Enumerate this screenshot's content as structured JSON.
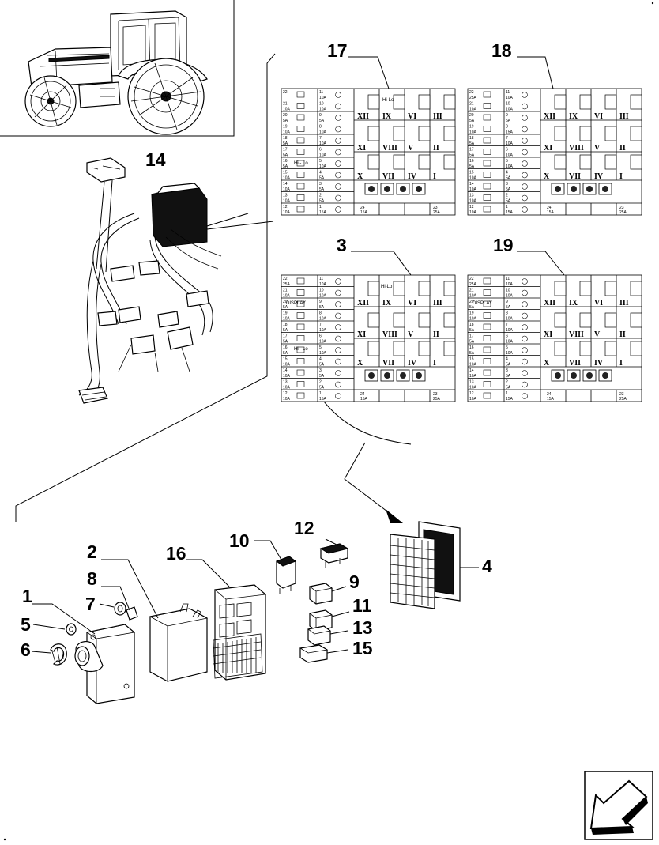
{
  "callouts": {
    "c17": "17",
    "c18": "18",
    "c3": "3",
    "c19": "19",
    "c14": "14",
    "c1": "1",
    "c2": "2",
    "c4": "4",
    "c5": "5",
    "c6": "6",
    "c7": "7",
    "c8": "8",
    "c9": "9",
    "c10": "10",
    "c11": "11",
    "c12": "12",
    "c13": "13",
    "c15": "15",
    "c16": "16"
  },
  "panels": {
    "roman": [
      "XII",
      "IX",
      "VI",
      "III",
      "XI",
      "VIII",
      "V",
      "II",
      "X",
      "VII",
      "IV",
      "I"
    ],
    "text_hi_lo": "Hi - Lo",
    "text_hi_lo_short": "Hi-Lo",
    "text_display": "DISPLAY",
    "fuses_p17": [
      {
        "n": "22",
        "a": ""
      },
      {
        "n": "21",
        "a": "10A"
      },
      {
        "n": "20",
        "a": "5A"
      },
      {
        "n": "19",
        "a": "10A"
      },
      {
        "n": "18",
        "a": "5A"
      },
      {
        "n": "17",
        "a": "5A"
      },
      {
        "n": "16",
        "a": "5A"
      },
      {
        "n": "15",
        "a": "10A"
      },
      {
        "n": "14",
        "a": "10A"
      },
      {
        "n": "13",
        "a": "10A"
      },
      {
        "n": "12",
        "a": "10A"
      }
    ],
    "fuses_p17_right": [
      {
        "n": "11",
        "a": "10A"
      },
      {
        "n": "10",
        "a": "10A"
      },
      {
        "n": "9",
        "a": "5A"
      },
      {
        "n": "8",
        "a": "10A"
      },
      {
        "n": "7",
        "a": "10A"
      },
      {
        "n": "6",
        "a": "10A"
      },
      {
        "n": "5",
        "a": "10A"
      },
      {
        "n": "4",
        "a": "5A"
      },
      {
        "n": "3",
        "a": "5A"
      },
      {
        "n": "2",
        "a": "5A"
      },
      {
        "n": "1",
        "a": "15A"
      }
    ],
    "bottom_fuses": [
      {
        "n": "24",
        "a": "15A"
      },
      {
        "n": "23",
        "a": "25A"
      }
    ],
    "fuses_p18": [
      {
        "n": "22",
        "a": "25A"
      },
      {
        "n": "21",
        "a": "10A"
      },
      {
        "n": "20",
        "a": "5A"
      },
      {
        "n": "19",
        "a": "10A"
      },
      {
        "n": "18",
        "a": "5A"
      },
      {
        "n": "17",
        "a": "5A"
      },
      {
        "n": "16",
        "a": "5A"
      },
      {
        "n": "15",
        "a": "10A"
      },
      {
        "n": "14",
        "a": "10A"
      },
      {
        "n": "13",
        "a": "10A"
      },
      {
        "n": "12",
        "a": "10A"
      }
    ],
    "fuses_p18_right": [
      {
        "n": "11",
        "a": "10A"
      },
      {
        "n": "10",
        "a": "10A"
      },
      {
        "n": "9",
        "a": "5A"
      },
      {
        "n": "8",
        "a": "15A"
      },
      {
        "n": "7",
        "a": "10A"
      },
      {
        "n": "6",
        "a": "10A"
      },
      {
        "n": "5",
        "a": "10A"
      },
      {
        "n": "4",
        "a": "5A"
      },
      {
        "n": "3",
        "a": "5A"
      },
      {
        "n": "2",
        "a": "5A"
      },
      {
        "n": "1",
        "a": "15A"
      }
    ],
    "fuses_p3": [
      {
        "n": "22",
        "a": "25A"
      },
      {
        "n": "21",
        "a": "10A"
      },
      {
        "n": "20",
        "a": "5A"
      },
      {
        "n": "19",
        "a": "10A"
      },
      {
        "n": "18",
        "a": "5A"
      },
      {
        "n": "17",
        "a": "5A"
      },
      {
        "n": "16",
        "a": "5A"
      },
      {
        "n": "15",
        "a": "10A"
      },
      {
        "n": "14",
        "a": "10A"
      },
      {
        "n": "13",
        "a": "10A"
      },
      {
        "n": "12",
        "a": "10A"
      }
    ],
    "fuses_p3_right": [
      {
        "n": "11",
        "a": "10A"
      },
      {
        "n": "10",
        "a": "10A"
      },
      {
        "n": "9",
        "a": "5A"
      },
      {
        "n": "8",
        "a": "10A"
      },
      {
        "n": "7",
        "a": "10A"
      },
      {
        "n": "6",
        "a": "10A"
      },
      {
        "n": "5",
        "a": "10A"
      },
      {
        "n": "4",
        "a": "5A"
      },
      {
        "n": "3",
        "a": "5A"
      },
      {
        "n": "2",
        "a": "5A"
      },
      {
        "n": "1",
        "a": "15A"
      }
    ],
    "fuses_p19": [
      {
        "n": "22",
        "a": "25A"
      },
      {
        "n": "21",
        "a": "10A"
      },
      {
        "n": "20",
        "a": "5A"
      },
      {
        "n": "19",
        "a": "10A"
      },
      {
        "n": "18",
        "a": "5A"
      },
      {
        "n": "17",
        "a": "5A"
      },
      {
        "n": "16",
        "a": "5A"
      },
      {
        "n": "15",
        "a": "10A"
      },
      {
        "n": "14",
        "a": "10A"
      },
      {
        "n": "13",
        "a": "10A"
      },
      {
        "n": "12",
        "a": "10A"
      }
    ],
    "fuses_p19_right": [
      {
        "n": "11",
        "a": "10A"
      },
      {
        "n": "10",
        "a": "10A"
      },
      {
        "n": "9",
        "a": "5A"
      },
      {
        "n": "8",
        "a": "10A"
      },
      {
        "n": "7",
        "a": "10A"
      },
      {
        "n": "6",
        "a": "10A"
      },
      {
        "n": "5",
        "a": "10A"
      },
      {
        "n": "4",
        "a": "5A"
      },
      {
        "n": "3",
        "a": "5A"
      },
      {
        "n": "2",
        "a": "5A"
      },
      {
        "n": "1",
        "a": "15A"
      }
    ]
  },
  "icons": {
    "tractor": "tractor-illustration",
    "harness": "wiring-harness-illustration",
    "nav": "next-page-arrow-icon"
  }
}
